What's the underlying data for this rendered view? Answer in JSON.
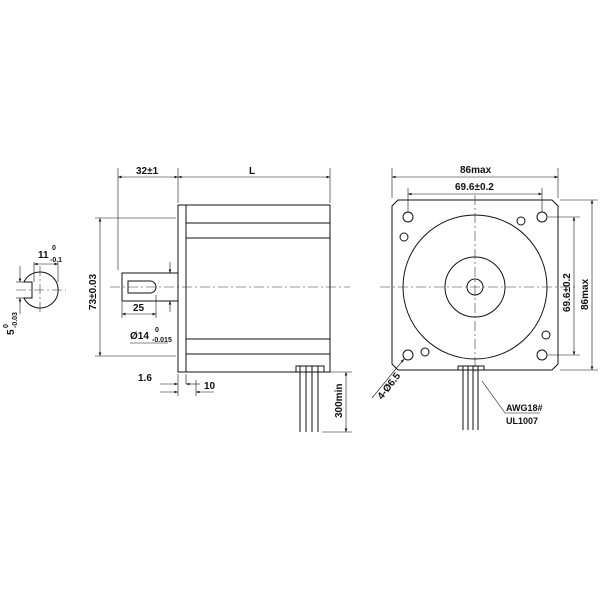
{
  "drawing": {
    "shaft_section": {
      "flat_width": "11",
      "flat_width_tol_upper": "0",
      "flat_width_tol_lower": "-0.1",
      "key_depth": "5",
      "key_depth_tol_upper": "0",
      "key_depth_tol_lower": "-0.03"
    },
    "side_view": {
      "shaft_length": "32±1",
      "body_length": "L",
      "pilot_diameter": "73±0.03",
      "key_length": "25",
      "shaft_diameter": "Ø14",
      "shaft_diameter_tol_upper": "0",
      "shaft_diameter_tol_lower": "-0.015",
      "flange_thickness": "1.6",
      "flange_depth": "10",
      "lead_length": "300min"
    },
    "front_view": {
      "width": "86max",
      "hole_spacing_h": "69.6±0.2",
      "height": "86max",
      "hole_spacing_v": "69.6±0.2",
      "mount_holes": "4-Ø6.5",
      "wire_gauge": "AWG18#",
      "wire_standard": "UL1007"
    }
  }
}
